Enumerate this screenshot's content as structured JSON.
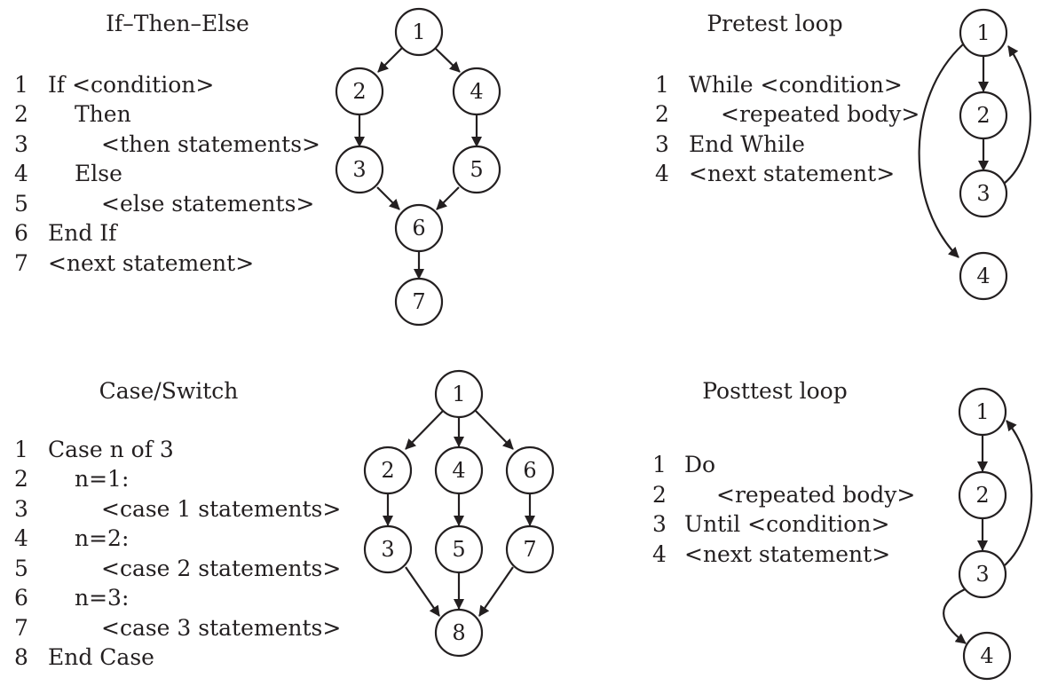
{
  "panels": [
    {
      "id": "if-then-else",
      "title": "If–Then–Else",
      "lines": [
        {
          "num": "1",
          "text": "If <condition>",
          "indent": 0
        },
        {
          "num": "2",
          "text": "Then",
          "indent": 1
        },
        {
          "num": "3",
          "text": "<then statements>",
          "indent": 2
        },
        {
          "num": "4",
          "text": "Else",
          "indent": 1
        },
        {
          "num": "5",
          "text": "<else statements>",
          "indent": 2
        },
        {
          "num": "6",
          "text": "End If",
          "indent": 0
        },
        {
          "num": "7",
          "text": "<next statement>",
          "indent": 0
        }
      ],
      "nodes": [
        "1",
        "2",
        "3",
        "4",
        "5",
        "6",
        "7"
      ]
    },
    {
      "id": "pretest-loop",
      "title": "Pretest loop",
      "lines": [
        {
          "num": "1",
          "text": "While <condition>",
          "indent": 0
        },
        {
          "num": "2",
          "text": "<repeated body>",
          "indent": 2
        },
        {
          "num": "3",
          "text": "End While",
          "indent": 0
        },
        {
          "num": "4",
          "text": "<next statement>",
          "indent": 0
        }
      ],
      "nodes": [
        "1",
        "2",
        "3",
        "4"
      ]
    },
    {
      "id": "case-switch",
      "title": "Case/Switch",
      "lines": [
        {
          "num": "1",
          "text": "Case n of 3",
          "indent": 0
        },
        {
          "num": "2",
          "text": "n=1:",
          "indent": 1
        },
        {
          "num": "3",
          "text": "<case 1  statements>",
          "indent": 2
        },
        {
          "num": "4",
          "text": "n=2:",
          "indent": 1
        },
        {
          "num": "5",
          "text": "<case 2  statements>",
          "indent": 2
        },
        {
          "num": "6",
          "text": "n=3:",
          "indent": 1
        },
        {
          "num": "7",
          "text": "<case 3  statements>",
          "indent": 2
        },
        {
          "num": "8",
          "text": "End Case",
          "indent": 0
        }
      ],
      "nodes": [
        "1",
        "2",
        "3",
        "4",
        "5",
        "6",
        "7",
        "8"
      ]
    },
    {
      "id": "posttest-loop",
      "title": "Posttest loop",
      "lines": [
        {
          "num": "1",
          "text": "Do",
          "indent": 0
        },
        {
          "num": "2",
          "text": "<repeated body>",
          "indent": 2
        },
        {
          "num": "3",
          "text": "Until <condition>",
          "indent": 0
        },
        {
          "num": "4",
          "text": "<next statement>",
          "indent": 0
        }
      ],
      "nodes": [
        "1",
        "2",
        "3",
        "4"
      ]
    }
  ]
}
